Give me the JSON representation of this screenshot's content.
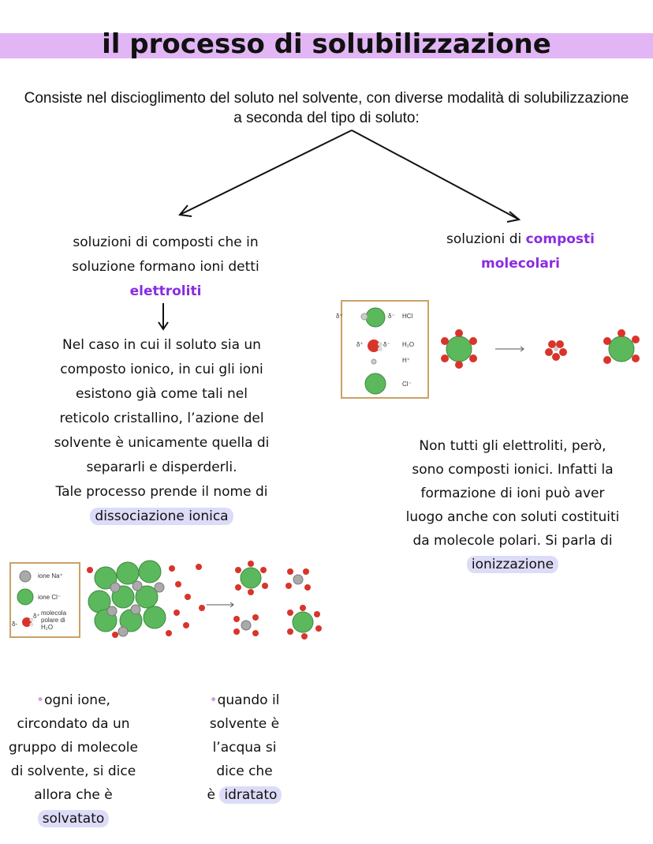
{
  "title": "il processo di solubilizzazione",
  "intro": "Consiste nel discioglimento del soluto nel solvente, con diverse modalità di solubilizzazione a seconda del tipo di soluto:",
  "left_branch": {
    "line1": "soluzioni di composti che in",
    "line2": "soluzione formano ioni detti",
    "highlight": "elettroliti"
  },
  "right_branch": {
    "prefix": "soluzioni di",
    "highlight1": "composti",
    "highlight2": "molecolari"
  },
  "left_paragraph": [
    "Nel caso in cui il soluto sia un",
    "composto ionico, in cui gli ioni",
    "esistono già come tali nel",
    "reticolo cristallino, l’azione del",
    "solvente è unicamente quella di",
    "separarli e disperderli.",
    "Tale processo prende il nome di"
  ],
  "left_term": "dissociazione ionica",
  "right_paragraph": [
    "Non tutti gli elettroliti, però,",
    "sono composti ionici. Infatti la",
    "formazione di ioni può aver",
    "luogo anche con soluti costituiti",
    "da molecole polari. Si parla di"
  ],
  "right_term": "ionizzazione",
  "legend_left": {
    "na": "ione Na⁺",
    "cl": "ione Cl⁻",
    "mol1": "molecola",
    "mol2": "polare di",
    "mol3": "H₂O",
    "delta_minus": "δ-",
    "delta_plus": "δ⁺"
  },
  "legend_right": {
    "hcl": "HCl",
    "h2o": "H₂O",
    "h": "H⁺",
    "cl": "Cl⁻",
    "dplus": "δ⁺",
    "dminus": "δ⁻"
  },
  "note1": {
    "lines": [
      "ogni ione,",
      "circondato da un",
      "gruppo di molecole",
      "di solvente, si dice",
      "allora che è"
    ],
    "term": "solvatato"
  },
  "note2": {
    "lines": [
      "quando il",
      "solvente è",
      "l’acqua si",
      "dice che"
    ],
    "prefix": "è",
    "term": "idratato"
  },
  "colors": {
    "title_band": "#e2b6f5",
    "purple": "#8a2be2",
    "highlight": "#dcdcf8",
    "green_ion": "#5cb85c",
    "water_red": "#d9342b"
  }
}
